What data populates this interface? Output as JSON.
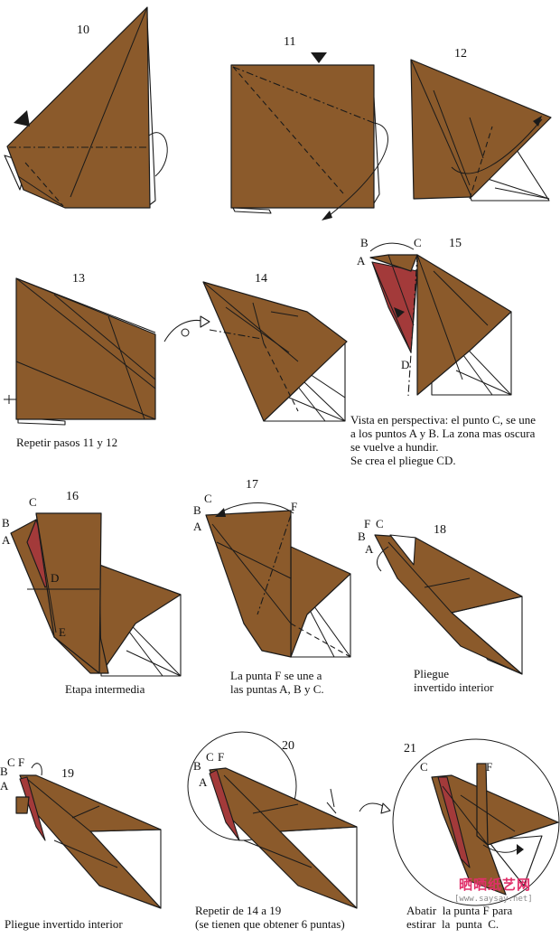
{
  "steps": {
    "s10": "10",
    "s11": "11",
    "s12": "12",
    "s13": "13",
    "s14": "14",
    "s15": "15",
    "s16": "16",
    "s17": "17",
    "s18": "18",
    "s19": "19",
    "s20": "20",
    "s21": "21"
  },
  "points": {
    "A": "A",
    "B": "B",
    "C": "C",
    "D": "D",
    "E": "E",
    "F": "F"
  },
  "captions": {
    "c13": "Repetir pasos 11 y 12",
    "c15_1": "Vista en perspectiva: el punto C, se une",
    "c15_2": "a los puntos A y B. La zona mas oscura",
    "c15_3": "se vuelve a hundir.",
    "c15_4": "Se crea el pliegue CD.",
    "c16": "Etapa intermedia",
    "c17_1": "La punta F se une a",
    "c17_2": "las puntas A, B y C.",
    "c18_1": "Pliegue",
    "c18_2": "invertido interior",
    "c19": "Pliegue invertido interior",
    "c20_1": "Repetir de 14 a 19",
    "c20_2": "(se tienen que obtener 6 puntas)",
    "c21_1": "Abatir  la punta F para",
    "c21_2": "estirar  la  punta  C."
  },
  "watermark": {
    "logo": "晒晒纸艺网",
    "url": "[www.saysay.net]"
  },
  "colors": {
    "paper": "#8b5a2b",
    "dark": "#a33a3a",
    "accent": "#e0306a"
  }
}
